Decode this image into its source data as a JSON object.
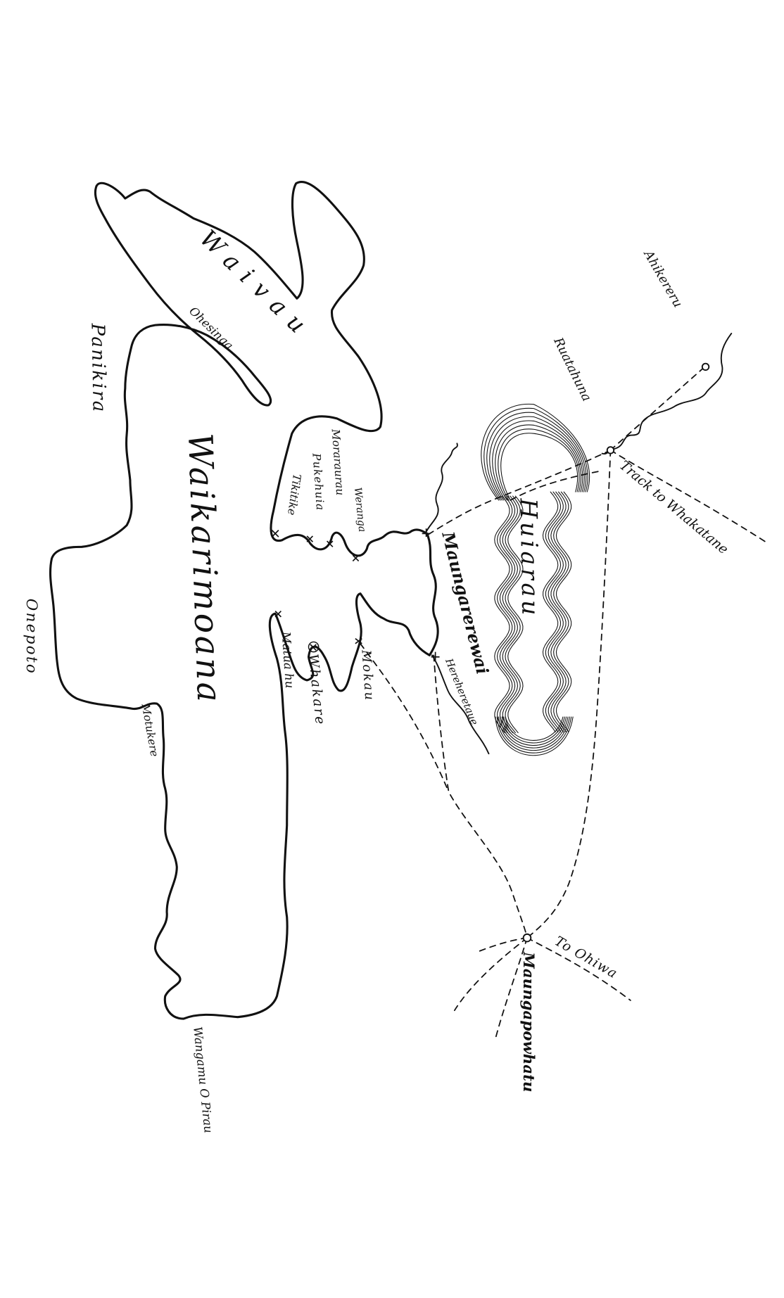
{
  "map": {
    "lakes": {
      "upper": "Waivau",
      "main": "Waikarimoana"
    },
    "features": {
      "peninsula": "Ohesinga",
      "range": "Huiarau"
    },
    "places": {
      "panikira": "Panikira",
      "onepoto": "Onepoto",
      "motukere": "Motukere",
      "moraraurau": "Moraraurau",
      "pukehuia": "Pukehuia",
      "tikitike": "Tikitike",
      "weranga": "Weranga",
      "maungarerewai": "Maungarerewai",
      "mokau": "Mokau",
      "whakare": "Whakare",
      "matuahu": "Matua hu",
      "hereheretaue": "Hereheretaue",
      "ruatahuna": "Ruatahuna",
      "ahikereru": "Ahikereru",
      "maungapowhatu": "Maungapowhatu",
      "wangamu": "Wangamu O Pirau"
    },
    "tracks": {
      "whakatane": "Track to Whakatane",
      "ohiwa": "To Ohiwa"
    },
    "ink_color": "#111111",
    "paper_color": "#ffffff"
  }
}
